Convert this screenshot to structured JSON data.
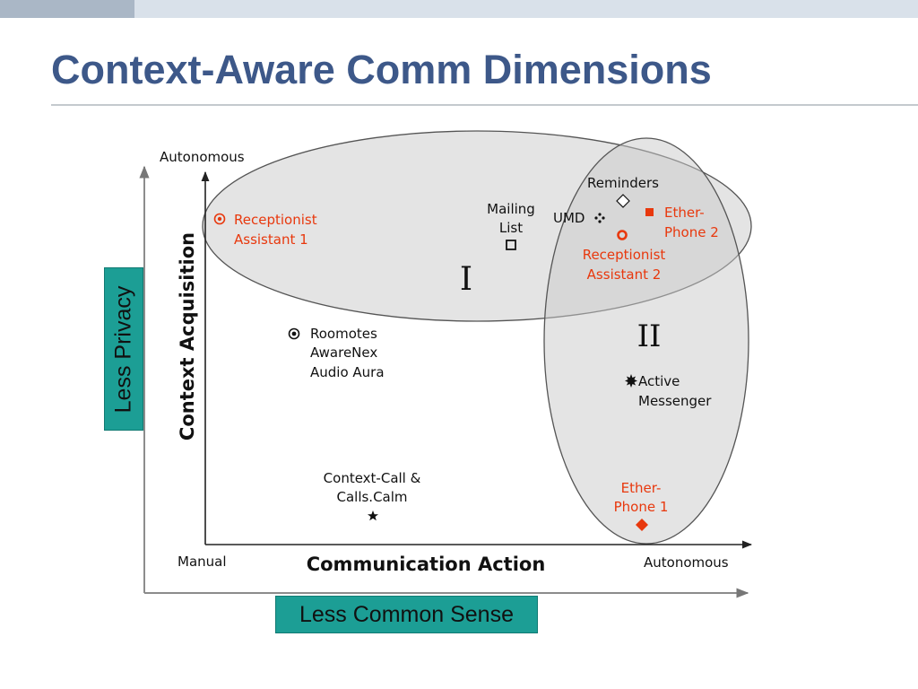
{
  "slide": {
    "title": "Context-Aware Comm Dimensions"
  },
  "colors": {
    "title": "#3d5889",
    "highlight": "#e8380d",
    "label_box_fill": "#1c9e95",
    "ellipse_fill": "#c9c9c9"
  },
  "diagram": {
    "y_axis": {
      "title": "Context Acquisition",
      "top_label": "Autonomous"
    },
    "x_axis": {
      "title": "Communication Action",
      "left_label": "Manual",
      "right_label": "Autonomous"
    },
    "regions": {
      "region_1": "I",
      "region_2": "II"
    },
    "items": {
      "receptionist_assistant_1": {
        "line1": "Receptionist",
        "line2": "Assistant 1",
        "marker": "target-circle-icon"
      },
      "mailing_list": {
        "line1": "Mailing",
        "line2": "List",
        "marker": "square-icon"
      },
      "reminders": {
        "line1": "Reminders",
        "marker": "diamond-outline-icon"
      },
      "umd": {
        "line1": "UMD",
        "marker": "four-dot-icon"
      },
      "ether_phone_2": {
        "line1": "Ether-",
        "line2": "Phone 2",
        "marker": "filled-square-icon"
      },
      "receptionist_assistant_2": {
        "line1": "Receptionist",
        "line2": "Assistant 2",
        "marker": "ring-icon"
      },
      "roomotes": {
        "line1": "Roomotes",
        "line2": "AwareNex",
        "line3": "Audio Aura",
        "marker": "target-circle-icon"
      },
      "active_messenger": {
        "line1": "Active",
        "line2": "Messenger",
        "marker": "starburst-icon"
      },
      "context_call": {
        "line1": "Context-Call &",
        "line2": "Calls.Calm",
        "marker": "star-icon"
      },
      "ether_phone_1": {
        "line1": "Ether-",
        "line2": "Phone 1",
        "marker": "filled-diamond-icon"
      }
    }
  },
  "outer_labels": {
    "horizontal": "Less Common Sense",
    "vertical": "Less Privacy"
  }
}
